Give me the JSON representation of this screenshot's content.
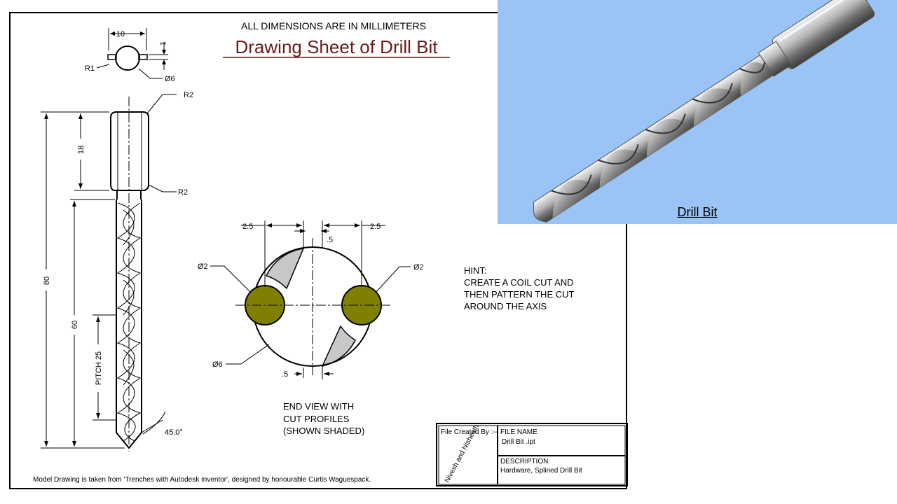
{
  "sheet": {
    "units_note": "ALL DIMENSIONS ARE IN MILLIMETERS",
    "title": "Drawing Sheet of Drill Bit",
    "footer_note": "Model Drawing is taken from 'Trenches with Autodesk Inventor', designed by honourable Curtis Waguespack."
  },
  "top_view": {
    "dim_width": "10",
    "dim_key": "1",
    "radius": "R1",
    "diameter": "Ø6"
  },
  "side_view": {
    "shank_top_radius": "R2",
    "shank_bottom_radius": "R2",
    "shank_length": "18",
    "total_length": "80",
    "flute_length": "60",
    "pitch": "PITCH 25",
    "tip_angle": "45.0°"
  },
  "end_view": {
    "dim_left": "2.5",
    "dim_right": "2.5",
    "dim_center_top": ".5",
    "dim_center_bottom": ".5",
    "left_circle_diameter": "Ø2",
    "right_circle_diameter": "Ø2",
    "body_diameter": "Ø6",
    "caption": [
      "END VIEW WITH",
      "CUT PROFILES",
      "(SHOWN SHADED)"
    ]
  },
  "hint": {
    "lines": [
      "HINT:",
      "CREATE A COIL CUT AND",
      "THEN PATTERN THE CUT",
      "AROUND THE AXIS"
    ]
  },
  "title_block": {
    "created_by_label": "File Created By :--",
    "authors": "Nivesh and Nisheeth",
    "file_name_label": "FILE NAME",
    "file_name": "Drill Bit .ipt",
    "description_label": "DESCRIPTION",
    "description": "Hardware, Splined Drill Bit"
  },
  "render": {
    "caption": "Drill Bit",
    "background_color": "#99c4f5"
  },
  "colors": {
    "title": "#6b1a1a",
    "cut_profile_fill": "#808000",
    "flute_fill": "#c8c8c8"
  }
}
